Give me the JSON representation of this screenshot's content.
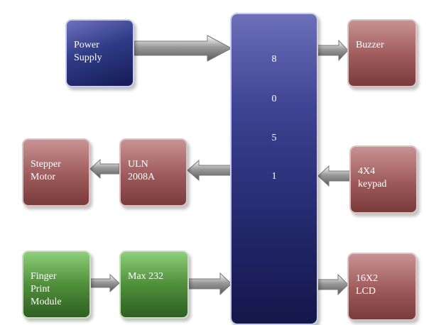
{
  "blocks": {
    "power_supply": "Power\nSupply",
    "buzzer": "Buzzer",
    "stepper_motor": "Stepper\nMotor",
    "uln": "ULN\n2008A",
    "keypad": "4X4\nkeypad",
    "finger_print": "Finger\nPrint\nModule",
    "max232": "Max 232",
    "lcd": "16X2\nLCD"
  },
  "mcu": {
    "chars": [
      "8",
      "0",
      "5",
      "1"
    ]
  }
}
